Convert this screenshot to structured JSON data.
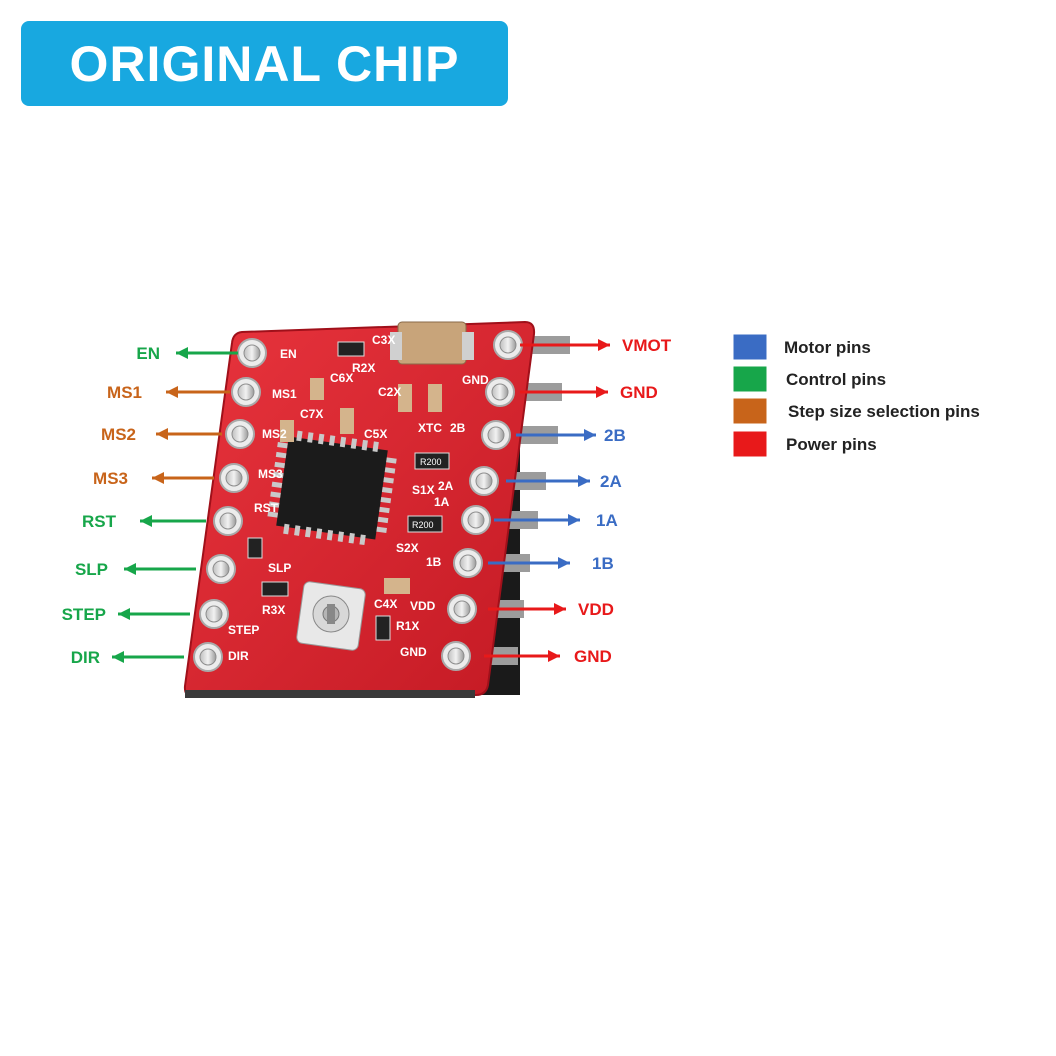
{
  "banner": {
    "title": "ORIGINAL CHIP"
  },
  "colors": {
    "motor": "#3a6cc4",
    "control": "#17a64a",
    "step": "#c8641a",
    "power": "#e8191a",
    "banner": "#18a8e0"
  },
  "left_pins": [
    {
      "label": "EN",
      "group": "control"
    },
    {
      "label": "MS1",
      "group": "step"
    },
    {
      "label": "MS2",
      "group": "step"
    },
    {
      "label": "MS3",
      "group": "step"
    },
    {
      "label": "RST",
      "group": "control"
    },
    {
      "label": "SLP",
      "group": "control"
    },
    {
      "label": "STEP",
      "group": "control"
    },
    {
      "label": "DIR",
      "group": "control"
    }
  ],
  "right_pins": [
    {
      "label": "VMOT",
      "group": "power"
    },
    {
      "label": "GND",
      "group": "power"
    },
    {
      "label": "2B",
      "group": "motor"
    },
    {
      "label": "2A",
      "group": "motor"
    },
    {
      "label": "1A",
      "group": "motor"
    },
    {
      "label": "1B",
      "group": "motor"
    },
    {
      "label": "VDD",
      "group": "power"
    },
    {
      "label": "GND",
      "group": "power"
    }
  ],
  "legend": [
    {
      "label": "Motor pins",
      "group": "motor"
    },
    {
      "label": "Control pins",
      "group": "control"
    },
    {
      "label": "Step size selection pins",
      "group": "step"
    },
    {
      "label": "Power pins",
      "group": "power"
    }
  ],
  "silkscreen": {
    "en": "EN",
    "ms1": "MS1",
    "ms2": "MS2",
    "ms3": "MS3",
    "rst": "RST",
    "slp": "SLP",
    "step": "STEP",
    "dir": "DIR",
    "gnd_top": "GND",
    "gnd_bottom": "GND",
    "vdd": "VDD",
    "p2b": "2B",
    "p2a": "2A",
    "p1a": "1A",
    "p1b": "1B",
    "r2x": "R2X",
    "r3x": "R3X",
    "c3x": "C3X",
    "c5x": "C5X",
    "c6x": "C6X",
    "c7x": "C7X",
    "c2x": "C2X",
    "c4x": "C4X",
    "r1x": "R1X",
    "s1x": "S1X",
    "s2x": "S2X",
    "xtc": "XTC",
    "r200a": "R200",
    "r200b": "R200"
  }
}
